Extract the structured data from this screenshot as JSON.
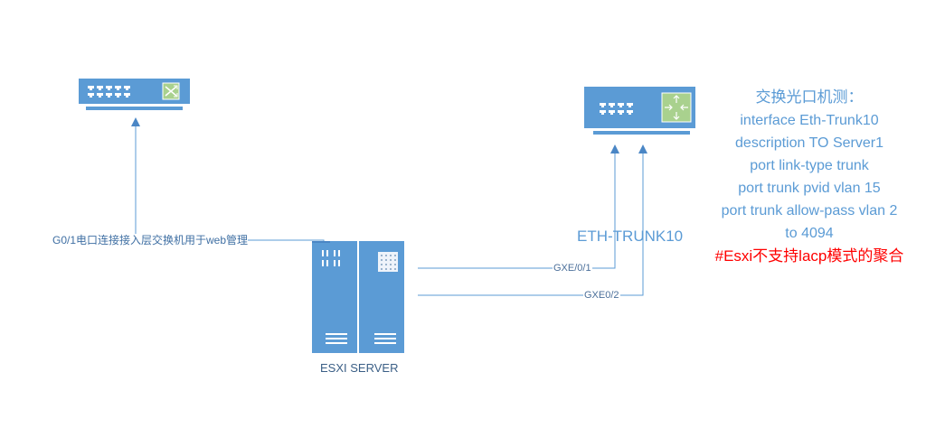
{
  "diagram": {
    "colors": {
      "device": "#5b9bd5",
      "device_dark": "#4a86c5",
      "link": "#5b9bd5",
      "switch_badge": "#a9d18e",
      "config_text": "#5b9bd5",
      "warning_text": "#ff0000",
      "label_text": "#3f6fa3"
    },
    "devices": [
      {
        "id": "access-switch",
        "icon": "switch-icon",
        "label": ""
      },
      {
        "id": "core-switch",
        "icon": "router-switch-icon",
        "label": ""
      },
      {
        "id": "esxi-server",
        "icon": "server-icon",
        "label": "ESXI SERVER"
      }
    ],
    "links": [
      {
        "id": "mgmt-link",
        "label": "G0/1电口连接接入层交换机用于web管理"
      },
      {
        "id": "trunk-link-1",
        "label": "GXE/0/1"
      },
      {
        "id": "trunk-link-2",
        "label": "GXE0/2"
      }
    ],
    "trunk_label": "ETH-TRUNK10",
    "config": {
      "title": "交换光口机测：",
      "lines": [
        "interface Eth-Trunk10",
        "description TO Server1",
        "port link-type trunk",
        "port trunk pvid vlan 15",
        "port trunk allow-pass vlan 2",
        "to 4094"
      ],
      "warning": "#Esxi不支持lacp模式的聚合"
    }
  }
}
